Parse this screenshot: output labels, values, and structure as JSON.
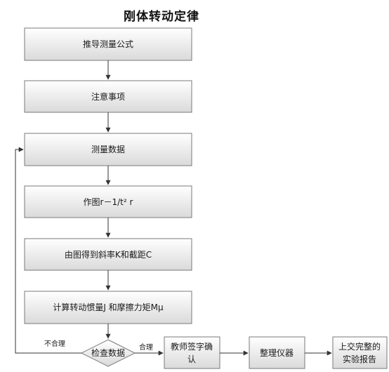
{
  "title": "刚体转动定律",
  "steps": [
    "推导测量公式",
    "注意事项",
    "测量数据",
    "作图r－1/t² r",
    "由图得到斜率K和截距C",
    "计算转动惯量J 和摩擦力矩Mμ"
  ],
  "decision": "检查数据",
  "branch_labels": {
    "fail": "不合理",
    "pass": "合理"
  },
  "final_steps": [
    [
      "教师签字确",
      "认"
    ],
    [
      "整理仪器"
    ],
    [
      "上交完整的",
      "实验报告"
    ]
  ],
  "colors": {
    "box_fill_top": "#ffffff",
    "box_fill_bottom": "#dedede",
    "box_border": "#7a7a7a",
    "line": "#333333"
  }
}
